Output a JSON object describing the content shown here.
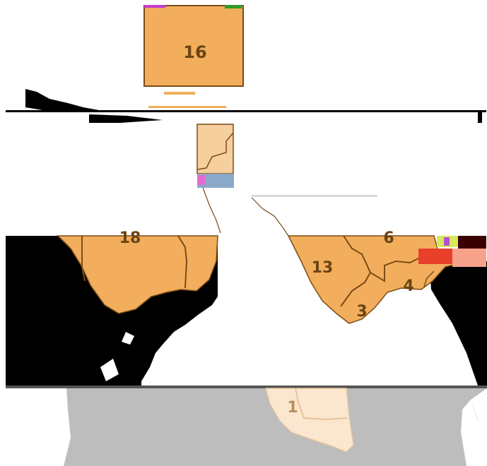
{
  "map": {
    "colors": {
      "region_fill": "#f2ae5c",
      "region_light": "#f6cf9f",
      "region_pale": "#fbe6cf",
      "border": "#7a4b16",
      "land_gray": "#bdbdbd",
      "sea": "#000000",
      "highlight": "#e8402a",
      "background": "#ffffff"
    },
    "region_labels": [
      {
        "id": "16",
        "text": "16"
      },
      {
        "id": "18",
        "text": "18"
      },
      {
        "id": "6",
        "text": "6"
      },
      {
        "id": "13",
        "text": "13"
      },
      {
        "id": "4",
        "text": "4"
      },
      {
        "id": "3",
        "text": "3"
      },
      {
        "id": "1",
        "text": "1"
      }
    ]
  }
}
